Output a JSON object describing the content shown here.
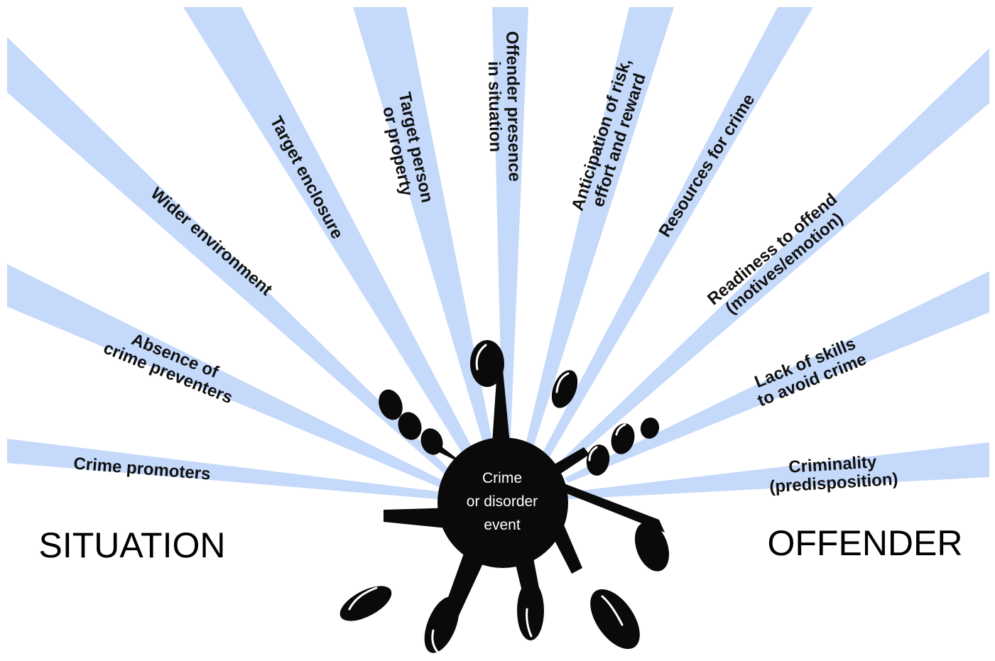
{
  "center": {
    "line1": "Crime",
    "line2": "or disorder",
    "line3": "event"
  },
  "sides": {
    "left": "SITUATION",
    "right": "OFFENDER"
  },
  "rays": [
    {
      "line1": "Crime promoters",
      "line2": ""
    },
    {
      "line1": "Absence of",
      "line2": "crime preventers"
    },
    {
      "line1": "Wider environment",
      "line2": ""
    },
    {
      "line1": "Target enclosure",
      "line2": ""
    },
    {
      "line1": "Target person",
      "line2": "or property"
    },
    {
      "line1": "Offender presence",
      "line2": "in situation"
    },
    {
      "line1": "Anticipation of risk,",
      "line2": "effort and reward"
    },
    {
      "line1": "Resources for crime",
      "line2": ""
    },
    {
      "line1": "Readiness to offend",
      "line2": "(motives/emotion)"
    },
    {
      "line1": "Lack of skills",
      "line2": "to avoid crime"
    },
    {
      "line1": "Criminality",
      "line2": "(predisposition)"
    }
  ],
  "colors": {
    "ray": "#c5d9fb",
    "ink": "#0a0a0a",
    "text": "#111111"
  }
}
